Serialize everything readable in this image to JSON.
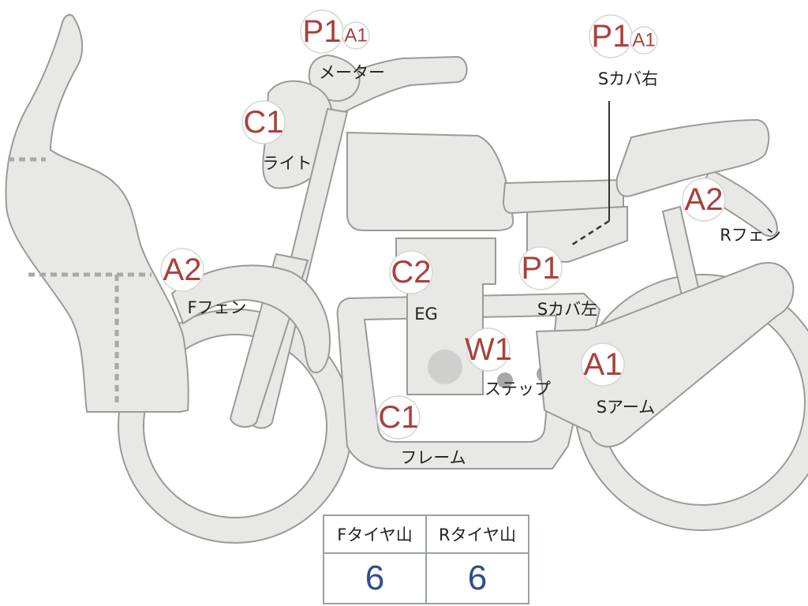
{
  "markers": [
    {
      "id": "meter",
      "code": "P1",
      "sub": "A1",
      "label": "メーター"
    },
    {
      "id": "side-cover-right",
      "code": "P1",
      "sub": "A1",
      "label": "Sカバ右"
    },
    {
      "id": "light",
      "code": "C1",
      "label": "ライト"
    },
    {
      "id": "rear-fender",
      "code": "A2",
      "label": "Rフェン"
    },
    {
      "id": "front-fender",
      "code": "A2",
      "label": "Fフェン"
    },
    {
      "id": "engine",
      "code": "C2",
      "label": "EG"
    },
    {
      "id": "side-cover-left",
      "code": "P1",
      "label": "Sカバ左"
    },
    {
      "id": "step",
      "code": "W1",
      "label": "ステップ"
    },
    {
      "id": "swing-arm",
      "code": "A1",
      "label": "Sアーム"
    },
    {
      "id": "frame",
      "code": "C1",
      "label": "フレーム"
    }
  ],
  "tire_table": {
    "headers": [
      "Fタイヤ山",
      "Rタイヤ山"
    ],
    "values": [
      "6",
      "6"
    ]
  },
  "colors": {
    "code": "#a9403b",
    "value": "#2f4e8f",
    "part_fill": "#e8e8e6",
    "part_stroke": "#9a9a98"
  }
}
